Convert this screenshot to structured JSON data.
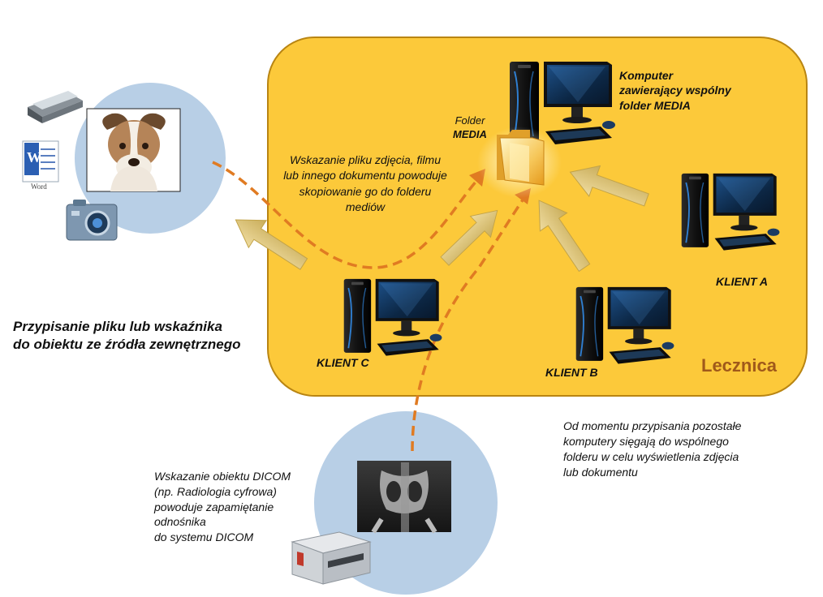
{
  "clinic": {
    "name": "Lecznica"
  },
  "server": {
    "label_line1": "Komputer",
    "label_line2": "zawierający wspólny",
    "label_line3": "folder MEDIA"
  },
  "folder": {
    "label_line1": "Folder",
    "label_line2": "MEDIA"
  },
  "clients": {
    "a": "KLIENT A",
    "b": "KLIENT B",
    "c": "KLIENT C"
  },
  "note_copy": {
    "line1": "Wskazanie pliku zdjęcia, filmu",
    "line2": "lub innego dokumentu powoduje",
    "line3": "skopiowanie go do folderu",
    "line4": "mediów"
  },
  "note_assign": {
    "line1": "Przypisanie pliku lub wskaźnika",
    "line2": "do obiektu ze źródła zewnętrznego"
  },
  "note_dicom": {
    "line1": "Wskazanie obiektu DICOM",
    "line2": "(np. Radiologia cyfrowa)",
    "line3": "powoduje zapamiętanie",
    "line4": "odnośnika",
    "line5": "do systemu DICOM"
  },
  "note_shared": {
    "line1": "Od momentu przypisania pozostałe",
    "line2": "komputery sięgają do wspólnego",
    "line3": "folderu w celu wyświetlenia zdjęcia",
    "line4": "lub dokumentu"
  },
  "word_icon_label": "Word",
  "colors": {
    "clinic_fill": "#fcc93a",
    "clinic_border": "#b98512",
    "clinic_label": "#a0591a",
    "circle_fill": "#b8cfe6",
    "dashed_arrow": "#e07b22",
    "block_arrow": "#d9c27a"
  },
  "icons": [
    "scanner-icon",
    "word-icon",
    "camera-icon",
    "dog-photo",
    "folder-icon",
    "computer-icon",
    "xray-image",
    "dicom-device-icon"
  ]
}
